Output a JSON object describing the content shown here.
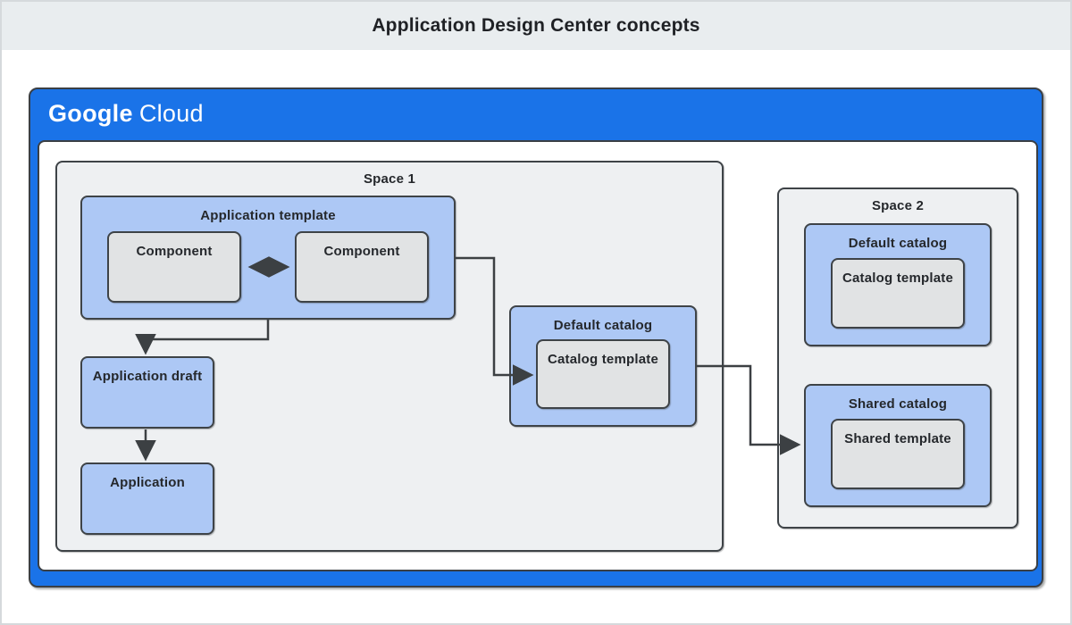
{
  "title": "Application Design Center concepts",
  "brand": {
    "google": "Google",
    "cloud": "Cloud"
  },
  "colors": {
    "google_blue": "#1a73e8",
    "node_blue": "#adc8f5",
    "node_gray": "#e1e3e4",
    "space_gray": "#eef0f2",
    "titlebar_gray": "#e9edef",
    "border_dark": "#3e4347",
    "text_dark": "#202124"
  },
  "diagram": {
    "space1": {
      "label": "Space 1",
      "application_template": {
        "label": "Application template",
        "components": [
          {
            "label": "Component"
          },
          {
            "label": "Component"
          }
        ]
      },
      "application_draft": {
        "label": "Application draft"
      },
      "application": {
        "label": "Application"
      },
      "default_catalog": {
        "label": "Default catalog",
        "catalog_template": {
          "label": "Catalog template"
        }
      }
    },
    "space2": {
      "label": "Space 2",
      "default_catalog": {
        "label": "Default catalog",
        "catalog_template": {
          "label": "Catalog template"
        }
      },
      "shared_catalog": {
        "label": "Shared catalog",
        "shared_template": {
          "label": "Shared template"
        }
      }
    }
  }
}
